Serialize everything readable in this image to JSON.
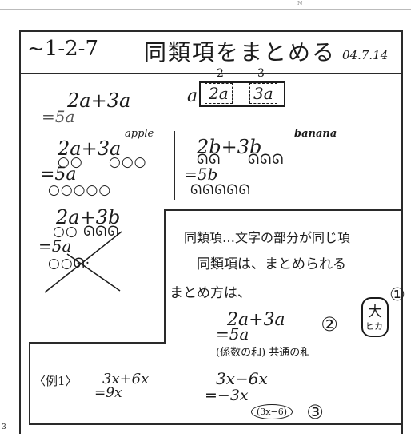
{
  "page": {
    "top_tiny_label": "ℕ",
    "left_marker": "3"
  },
  "header": {
    "number": "~1-2-7",
    "title": "同類項をまとめる",
    "date": "04.7.14"
  },
  "section1": {
    "expr": "2a+3a",
    "result": "=5a",
    "diagram_prefix": "a",
    "box_2": "2a",
    "box_3": "3a",
    "label_2": "2",
    "label_3": "3"
  },
  "section2_left": {
    "expr": "2a+3a",
    "annotation": "apple",
    "apples_a": "○○",
    "apples_b": "○○○",
    "result": "=5a",
    "apples_result": "○○○○○"
  },
  "section2_right": {
    "expr": "2b+3b",
    "annotation": "banana",
    "bananas_a": "ᘏᘏ",
    "bananas_b": "ᘏᘏᘏ",
    "result": "=5b",
    "bananas_result": "ᘏᘏᘏᘏᘏ"
  },
  "section3": {
    "expr": "2a+3b",
    "mix": "○○ ᘏᘏᘏ",
    "wrong": "=5a",
    "wrong_glyphs": "○○ᘏ·"
  },
  "box": {
    "line1": "同類項…文字の部分が同じ項",
    "line2": "同類項は、まとめられる",
    "line3": "まとめ方は、",
    "tag_top": "大",
    "tag_bottom": "ヒカ",
    "formula_top": "2a+3a",
    "formula_bottom": "=5a",
    "note": "(係数の和) 共通の和",
    "circle1": "①",
    "circle2": "②",
    "circle3": "③"
  },
  "example": {
    "label": "〈例1〉",
    "left_top": "3x+6x",
    "left_bottom": "=9x",
    "right_top": "3x−6x",
    "right_bottom": "=−3x",
    "right_note": "(3x−6)"
  }
}
